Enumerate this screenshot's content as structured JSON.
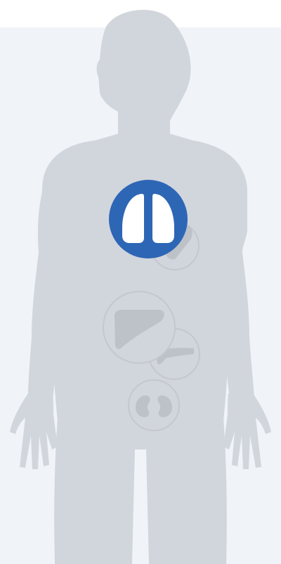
{
  "colors": {
    "page_background": "#ffffff",
    "panel_background": "#f0f4f9",
    "silhouette": "#d1d6dc",
    "organ_inactive_fill": "#bcc2c8",
    "organ_inactive_border": "#c4c8cd",
    "organ_active_fill": "#2e66b6",
    "organ_active_icon": "#ffffff"
  },
  "organs": [
    {
      "id": "lungs",
      "icon": "lungs-icon",
      "selected": true
    },
    {
      "id": "heart",
      "icon": "heart-icon",
      "selected": false
    },
    {
      "id": "liver",
      "icon": "liver-icon",
      "selected": false
    },
    {
      "id": "pancreas",
      "icon": "pancreas-icon",
      "selected": false
    },
    {
      "id": "kidneys",
      "icon": "kidneys-icon",
      "selected": false
    }
  ]
}
